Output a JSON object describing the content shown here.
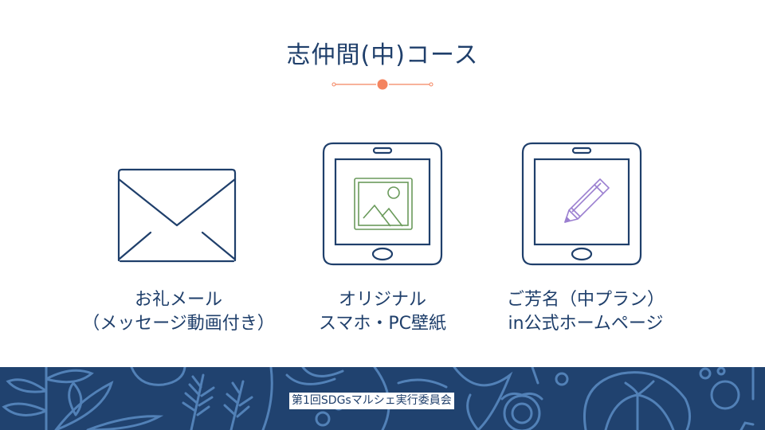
{
  "slide": {
    "title": "志仲間(中)コース",
    "divider_color": "#f4845f"
  },
  "items": [
    {
      "icon": "envelope-icon",
      "line1": "お礼メール",
      "line2": "（メッセージ動画付き）"
    },
    {
      "icon": "tablet-image-icon",
      "line1": "オリジナル",
      "line2": "スマホ・PC壁紙"
    },
    {
      "icon": "tablet-pencil-icon",
      "line1": "ご芳名（中プラン）",
      "line2": "in公式ホームページ"
    }
  ],
  "footer": {
    "label": "第1回SDGsマルシェ実行委員会"
  },
  "colors": {
    "primary": "#1f3f6b",
    "accent": "#f4845f",
    "image_green": "#6a9a5b",
    "pencil_purple": "#9b7fd0",
    "footer_bg": "#20426f",
    "footer_pattern": "#5b8cc4"
  }
}
